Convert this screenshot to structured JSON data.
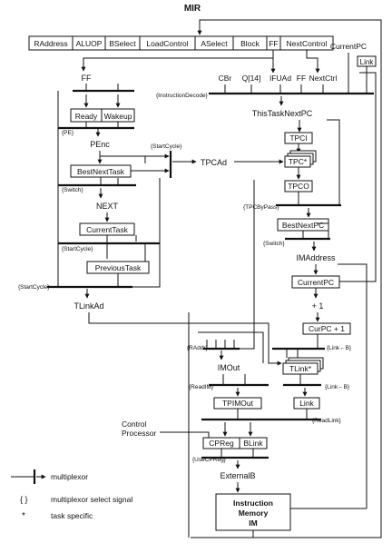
{
  "mir": {
    "title": "MIR",
    "fields": [
      "RAddress",
      "ALUOP",
      "BSelect",
      "LoadControl",
      "ASelect",
      "Block",
      "FF",
      "NextControl"
    ]
  },
  "left": {
    "ff": "FF",
    "ready": "Ready",
    "wakeup": "Wakeup",
    "sel_pe": "{PE}",
    "penc": "PEnc",
    "sel_startcycle_a": "{StartCycle}",
    "tpcad": "TPCAd",
    "bestnexttask": "BestNextTask",
    "sel_switch_a": "{Switch}",
    "next": "NEXT",
    "currenttask": "CurrentTask",
    "sel_startcycle_b": "{StartCycle}",
    "previoustask": "PreviousTask",
    "sel_startcycle_c": "{StartCycle}",
    "tlinkad": "TLinkAd"
  },
  "right": {
    "currentpc": "CurrentPC",
    "link_box": "Link",
    "cbr": "CBr",
    "q14": "Q[14]",
    "ifuad": "IFUAd",
    "ff": "FF",
    "nextctrl": "NextCtrl",
    "sel_instdecode": "{InstructionDecode}",
    "thistasknextpc": "ThisTaskNextPC",
    "tpci": "TPCI",
    "tpc": "TPC*",
    "tpco": "TPCO",
    "sel_tpcbypass": "{TPCByPass}",
    "bestnextpc": "BestNextPC",
    "sel_switch_b": "{Switch}",
    "imaddress": "IMAddress",
    "currentpc_box": "CurrentPC",
    "plus1": "+ 1",
    "curpc_plus1": "CurPC + 1",
    "sel_link_b1": "{Link←B}",
    "tlink": "TLink*",
    "sel_link_b2": "{Link←B}",
    "link": "Link",
    "sel_readlink": "{ReadLink}"
  },
  "bottom": {
    "sel_raddr": "{RAddr}",
    "imout": "IMOut",
    "sel_readim": "{ReadIM}",
    "tpimout": "TPIMOut",
    "control_processor_1": "Control",
    "control_processor_2": "Processor",
    "cpreg": "CPReg",
    "blink": "BLink",
    "sel_usecpreg": "{UseCPReg}",
    "externalb": "ExternalB",
    "im_line1": "Instruction",
    "im_line2": "Memory",
    "im_line3": "IM"
  },
  "legend": {
    "mux_label": "multiplexor",
    "select_symbol": "{ }",
    "select_label": "multiplexor select signal",
    "star_symbol": "*",
    "star_label": "task specific"
  }
}
